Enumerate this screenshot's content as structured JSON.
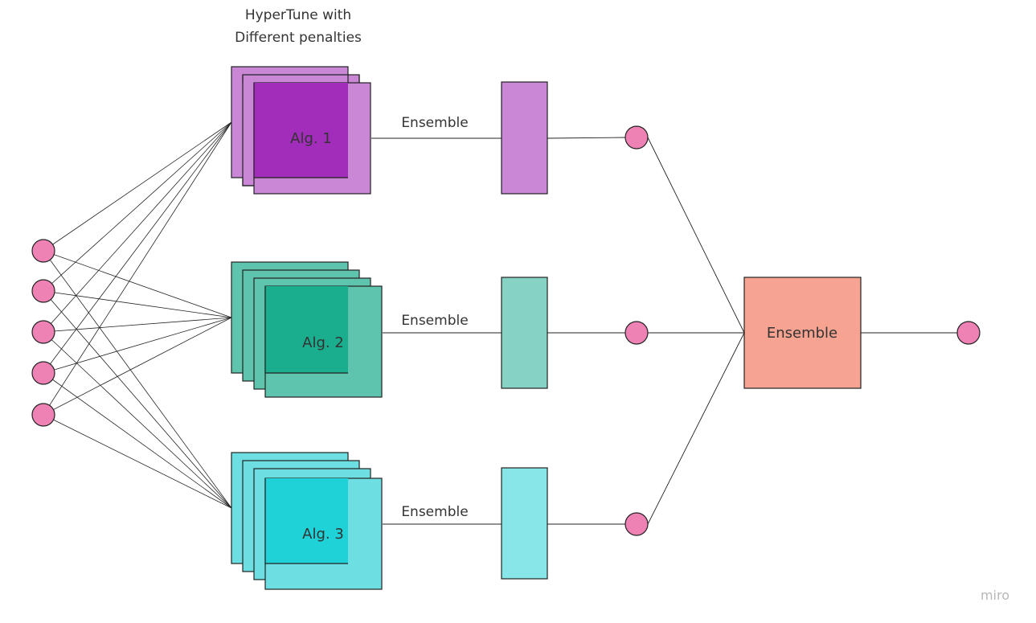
{
  "header": {
    "title_line1": "HyperTune with",
    "title_line2": "Different penalties"
  },
  "inputs": {
    "count": 5,
    "color": "#EE82B4"
  },
  "algorithms": [
    {
      "label": "Alg. 1",
      "stack_color": "#C987D6",
      "front_color": "#A22DBB",
      "ensemble_label": "Ensemble",
      "bar_color": "#C987D6"
    },
    {
      "label": "Alg. 2",
      "stack_color": "#5EC4AD",
      "front_color": "#1AAE8F",
      "ensemble_label": "Ensemble",
      "bar_color": "#86D3C5"
    },
    {
      "label": "Alg. 3",
      "stack_color": "#6DDFE3",
      "front_color": "#1FD2D7",
      "ensemble_label": "Ensemble",
      "bar_color": "#88E6E8"
    }
  ],
  "final_ensemble": {
    "label": "Ensemble",
    "color": "#F7A391"
  },
  "node_color": "#EE82B4",
  "watermark": "miro"
}
